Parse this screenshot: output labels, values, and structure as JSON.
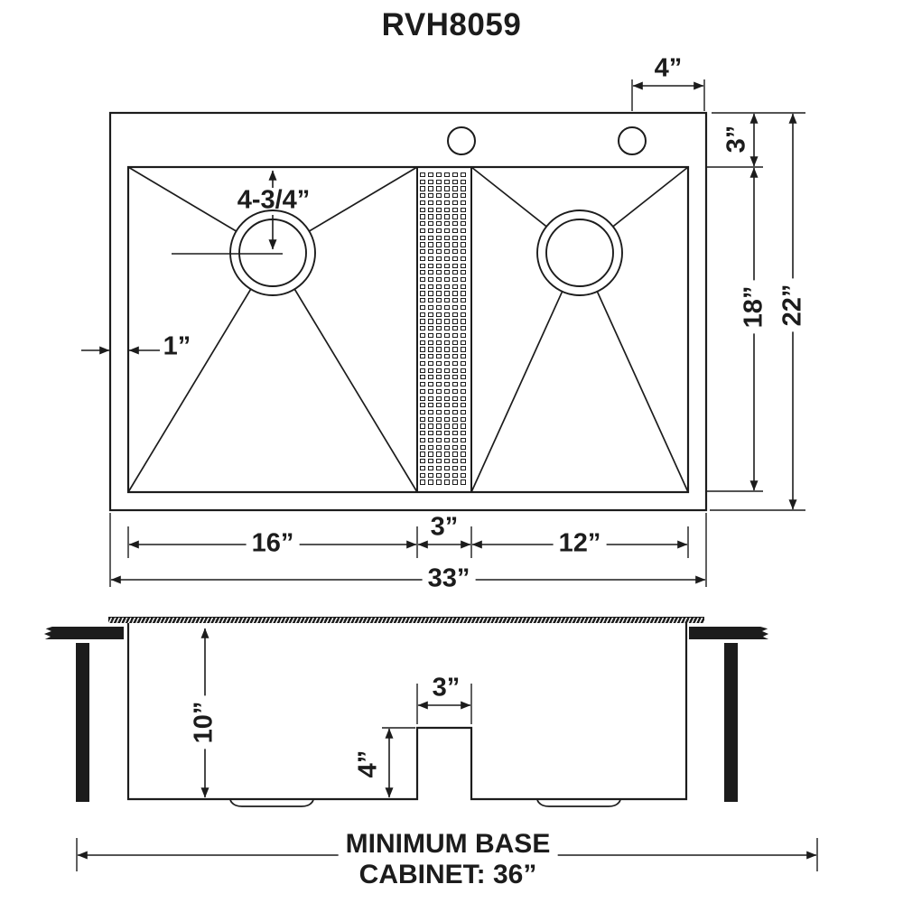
{
  "title": "RVH8059",
  "colors": {
    "ink": "#1c1c1c",
    "background": "#ffffff"
  },
  "top_view": {
    "dims": {
      "faucet_hole_offset": "4”",
      "rim_back": "3”",
      "bowl_front_to_back": "18”",
      "overall_front_to_back": "22”",
      "rim_left": "1”",
      "drain_position": "4-3/4”",
      "left_bowl_width": "16”",
      "divider_width": "3”",
      "right_bowl_width": "12”",
      "overall_width": "33”"
    }
  },
  "side_view": {
    "dims": {
      "bowl_depth": "10”",
      "divider_top_width": "3”",
      "divider_height": "4”"
    },
    "note": {
      "line1": "MINIMUM BASE",
      "line2": "CABINET: 36”"
    }
  }
}
